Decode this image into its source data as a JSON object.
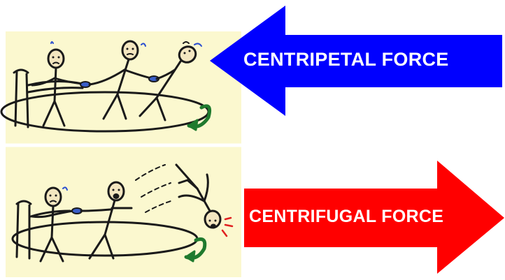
{
  "arrows": {
    "centripetal": {
      "label": "CENTRIPETAL FORCE",
      "color": "#0000ff",
      "direction": "left"
    },
    "centrifugal": {
      "label": "CENTRIFUGAL FORCE",
      "color": "#ff0000",
      "direction": "right"
    }
  },
  "panels": {
    "background_color": "#fbf8cf",
    "top_scene": "children holding hands running around a post",
    "bottom_scene": "last child in chain let go and flying off"
  }
}
